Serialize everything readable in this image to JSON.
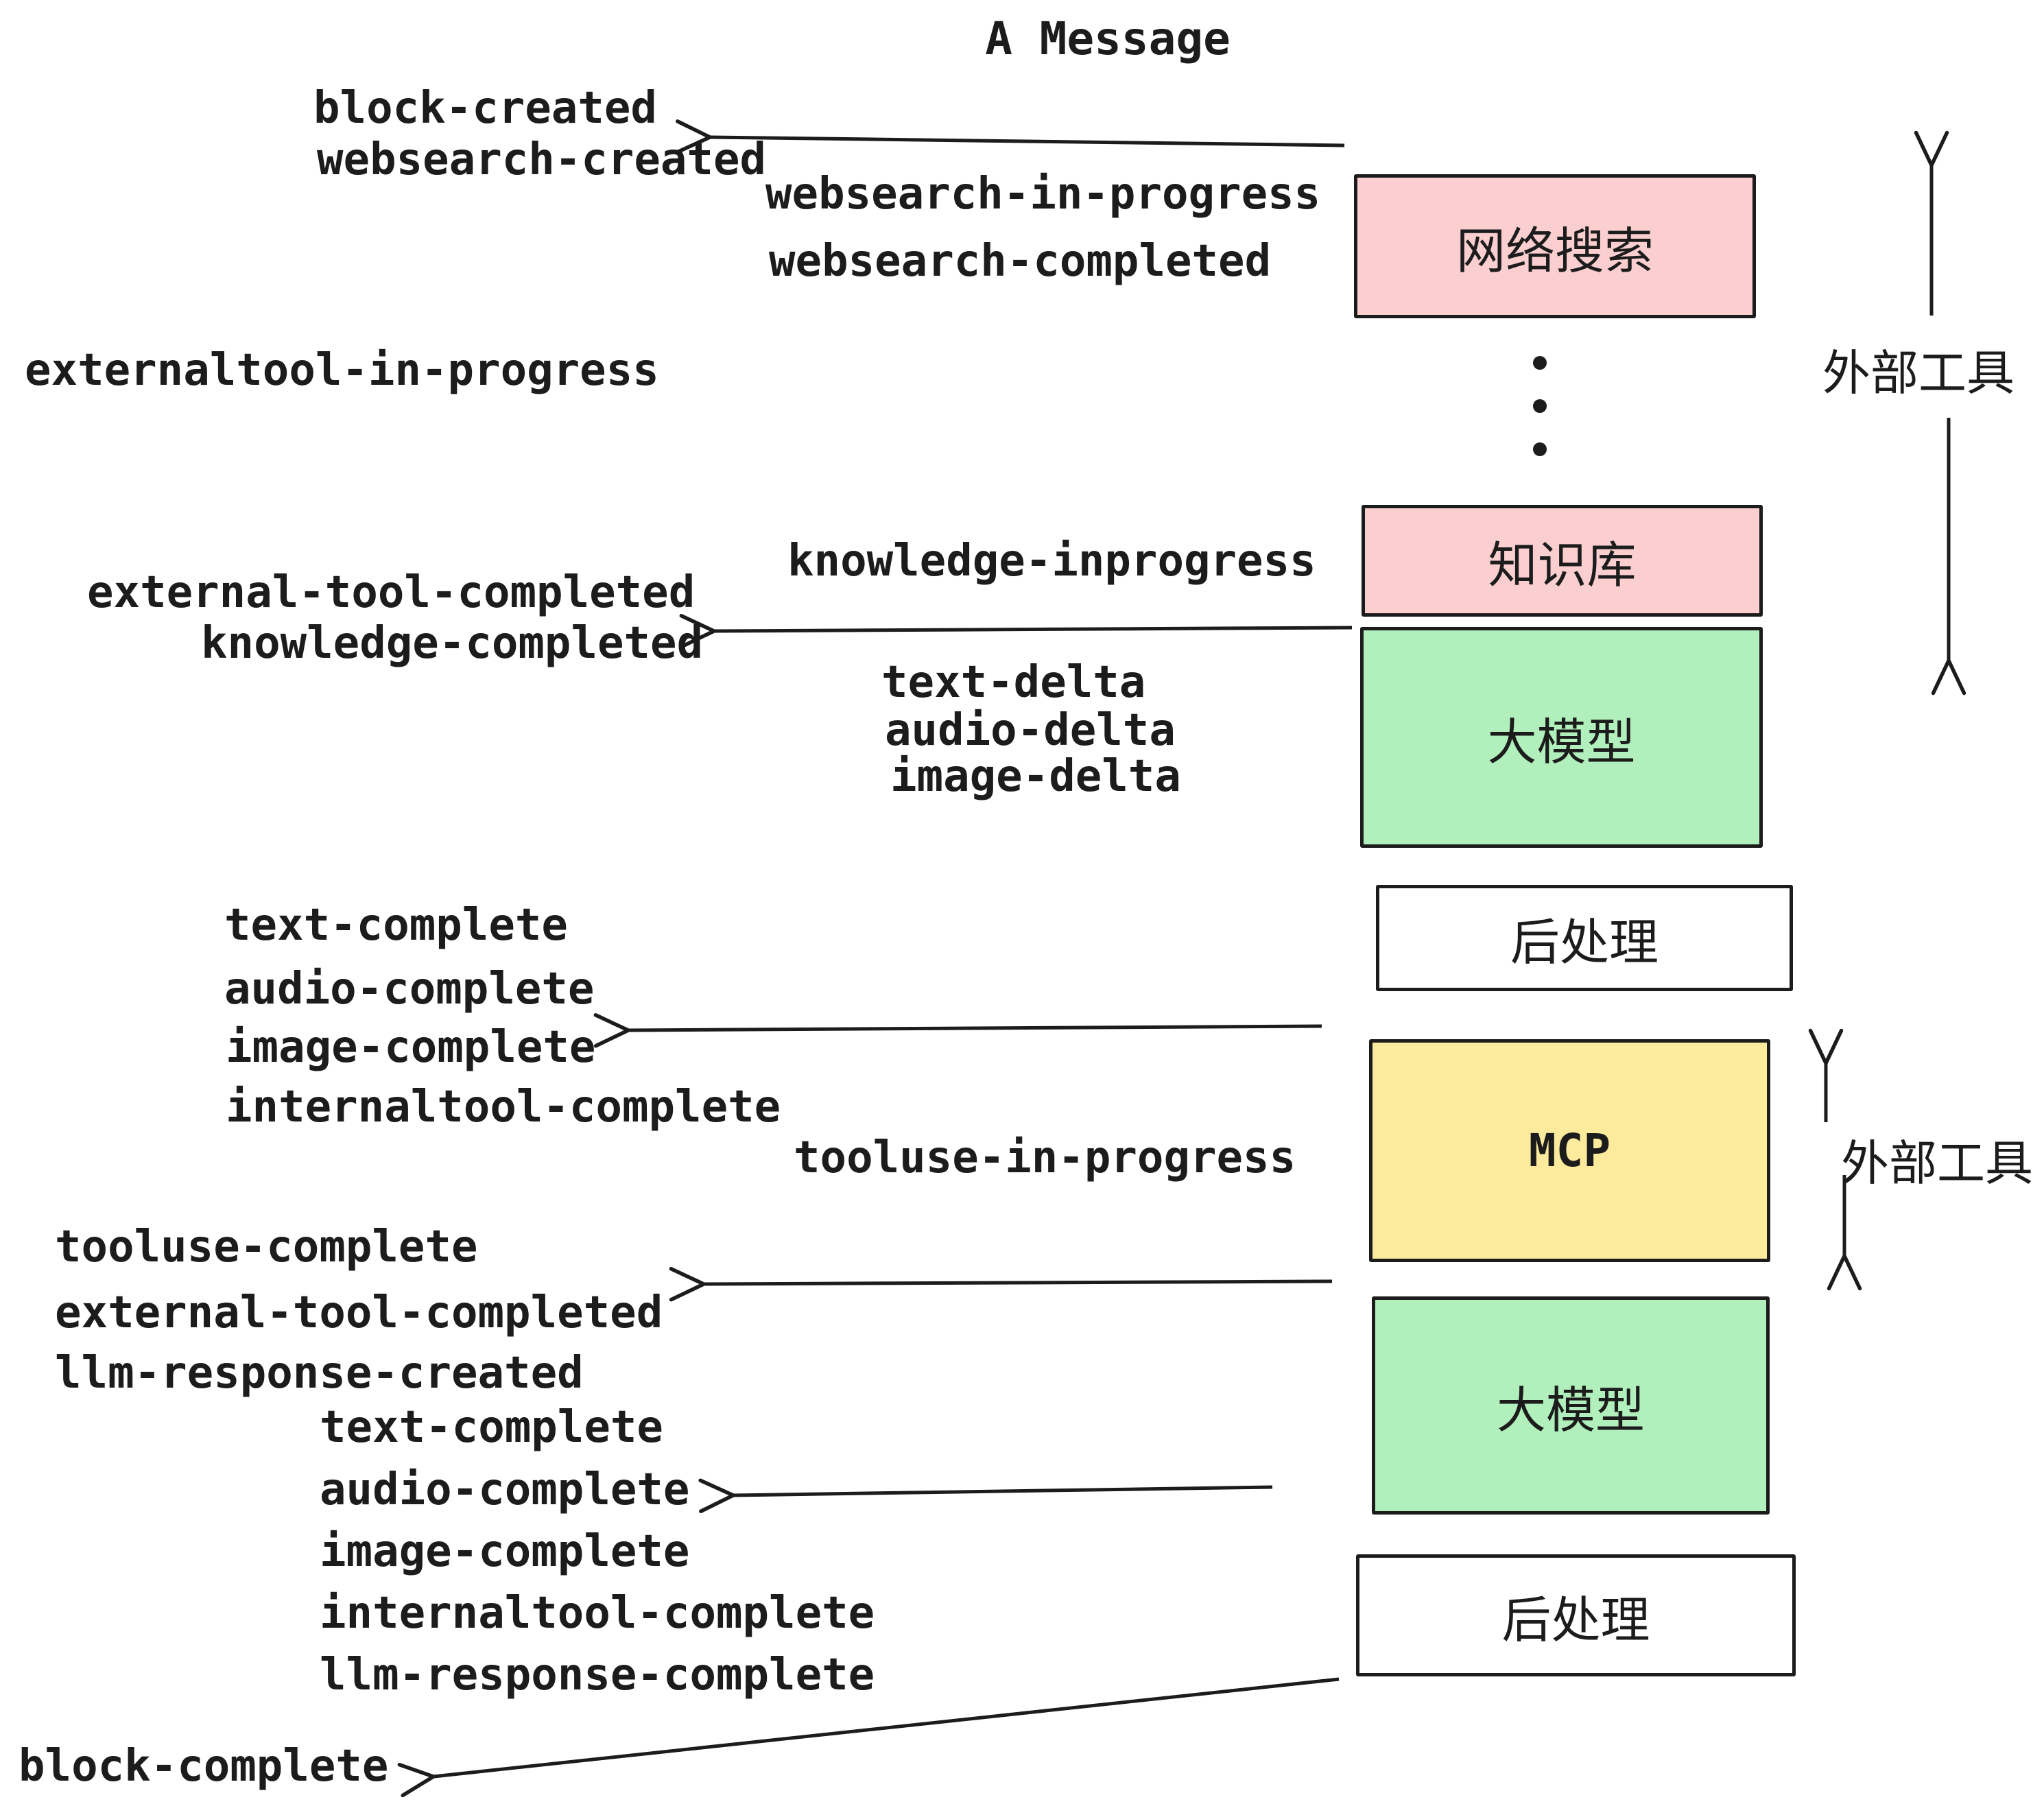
{
  "title": "A Message",
  "events": [
    {
      "id": "block-created",
      "text": "block-created"
    },
    {
      "id": "websearch-created",
      "text": "websearch-created"
    },
    {
      "id": "websearch-in-progress",
      "text": "websearch-in-progress"
    },
    {
      "id": "websearch-completed",
      "text": "websearch-completed"
    },
    {
      "id": "externaltool-in-progress",
      "text": "externaltool-in-progress"
    },
    {
      "id": "knowledge-inprogress",
      "text": "knowledge-inprogress"
    },
    {
      "id": "external-tool-completed",
      "text": "external-tool-completed"
    },
    {
      "id": "knowledge-completed",
      "text": "knowledge-completed"
    },
    {
      "id": "text-delta-1",
      "text": "text-delta"
    },
    {
      "id": "audio-delta-1",
      "text": "audio-delta"
    },
    {
      "id": "image-delta-1",
      "text": "image-delta"
    },
    {
      "id": "text-complete-1",
      "text": "text-complete"
    },
    {
      "id": "audio-complete-1",
      "text": "audio-complete"
    },
    {
      "id": "image-complete-1",
      "text": "image-complete"
    },
    {
      "id": "internaltool-complete-1",
      "text": "internaltool-complete"
    },
    {
      "id": "tooluse-in-progress",
      "text": "tooluse-in-progress"
    },
    {
      "id": "tooluse-complete",
      "text": "tooluse-complete"
    },
    {
      "id": "external-tool-completed-2",
      "text": "external-tool-completed"
    },
    {
      "id": "llm-response-created",
      "text": "llm-response-created"
    },
    {
      "id": "text-complete-2",
      "text": "text-complete"
    },
    {
      "id": "audio-complete-2",
      "text": "audio-complete"
    },
    {
      "id": "image-complete-2",
      "text": "image-complete"
    },
    {
      "id": "internaltool-complete-2",
      "text": "internaltool-complete"
    },
    {
      "id": "llm-response-complete",
      "text": "llm-response-complete"
    },
    {
      "id": "block-complete",
      "text": "block-complete"
    }
  ],
  "boxes": [
    {
      "id": "websearch",
      "label": "网络搜索",
      "fill": "#fbcfcf"
    },
    {
      "id": "knowledge",
      "label": "知识库",
      "fill": "#fbcfcf"
    },
    {
      "id": "llm-1",
      "label": "大模型",
      "fill": "#b1f0bc"
    },
    {
      "id": "post-1",
      "label": "后处理",
      "fill": "#ffffff"
    },
    {
      "id": "mcp",
      "label": "MCP",
      "fill": "#fdeb9d"
    },
    {
      "id": "llm-2",
      "label": "大模型",
      "fill": "#b1f0bc"
    },
    {
      "id": "post-2",
      "label": "后处理",
      "fill": "#ffffff"
    }
  ],
  "side_labels": [
    {
      "id": "external-tools-1",
      "text": "外部工具"
    },
    {
      "id": "external-tools-2",
      "text": "外部工具"
    }
  ],
  "icons": {
    "between_external_tools": "vertical-ellipsis-dots"
  },
  "colors": {
    "ink": "#1c1c1c",
    "external_tool_fill": "#fbcfcf",
    "llm_fill": "#b1f0bc",
    "mcp_fill": "#fdeb9d",
    "post_process_fill": "#ffffff",
    "background": "#ffffff"
  }
}
